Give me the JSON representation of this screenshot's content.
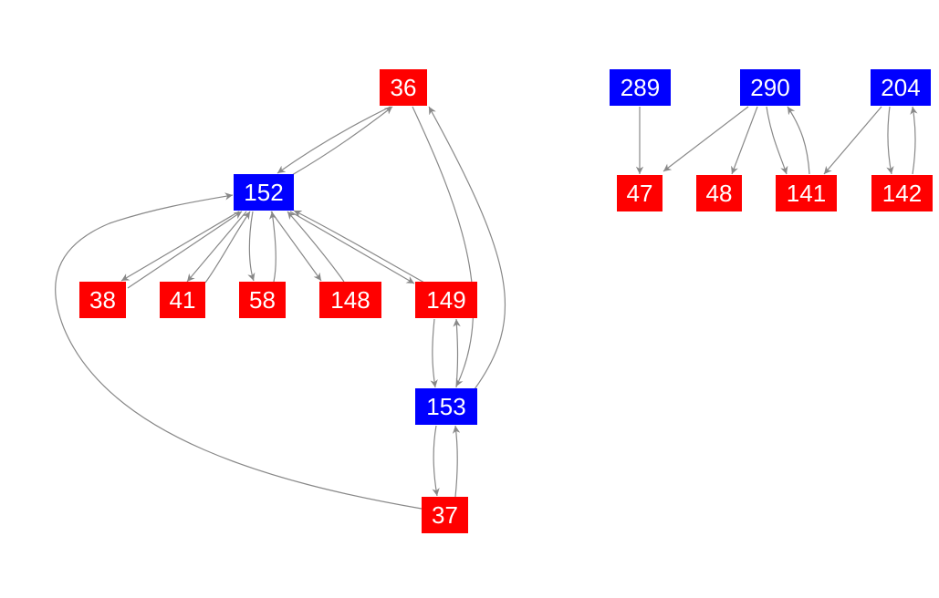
{
  "colors": {
    "red": "#ff0000",
    "blue": "#0000ff",
    "edge": "#888888"
  },
  "nodes": [
    {
      "id": "36",
      "label": "36",
      "color": "red"
    },
    {
      "id": "152",
      "label": "152",
      "color": "blue"
    },
    {
      "id": "38",
      "label": "38",
      "color": "red"
    },
    {
      "id": "41",
      "label": "41",
      "color": "red"
    },
    {
      "id": "58",
      "label": "58",
      "color": "red"
    },
    {
      "id": "148",
      "label": "148",
      "color": "red"
    },
    {
      "id": "149",
      "label": "149",
      "color": "red"
    },
    {
      "id": "153",
      "label": "153",
      "color": "blue"
    },
    {
      "id": "37",
      "label": "37",
      "color": "red"
    },
    {
      "id": "289",
      "label": "289",
      "color": "blue"
    },
    {
      "id": "290",
      "label": "290",
      "color": "blue"
    },
    {
      "id": "204",
      "label": "204",
      "color": "blue"
    },
    {
      "id": "47",
      "label": "47",
      "color": "red"
    },
    {
      "id": "48",
      "label": "48",
      "color": "red"
    },
    {
      "id": "141",
      "label": "141",
      "color": "red"
    },
    {
      "id": "142",
      "label": "142",
      "color": "red"
    }
  ],
  "edges": [
    {
      "from": "36",
      "to": "152"
    },
    {
      "from": "152",
      "to": "36"
    },
    {
      "from": "36",
      "to": "153"
    },
    {
      "from": "153",
      "to": "36"
    },
    {
      "from": "152",
      "to": "38"
    },
    {
      "from": "38",
      "to": "152"
    },
    {
      "from": "152",
      "to": "41"
    },
    {
      "from": "41",
      "to": "152"
    },
    {
      "from": "152",
      "to": "58"
    },
    {
      "from": "58",
      "to": "152"
    },
    {
      "from": "152",
      "to": "148"
    },
    {
      "from": "148",
      "to": "152"
    },
    {
      "from": "152",
      "to": "149"
    },
    {
      "from": "149",
      "to": "152"
    },
    {
      "from": "149",
      "to": "153"
    },
    {
      "from": "153",
      "to": "149"
    },
    {
      "from": "153",
      "to": "37"
    },
    {
      "from": "37",
      "to": "153"
    },
    {
      "from": "37",
      "to": "152"
    },
    {
      "from": "289",
      "to": "47"
    },
    {
      "from": "290",
      "to": "47"
    },
    {
      "from": "290",
      "to": "48"
    },
    {
      "from": "290",
      "to": "141"
    },
    {
      "from": "141",
      "to": "290"
    },
    {
      "from": "204",
      "to": "141"
    },
    {
      "from": "204",
      "to": "142"
    },
    {
      "from": "142",
      "to": "204"
    }
  ]
}
